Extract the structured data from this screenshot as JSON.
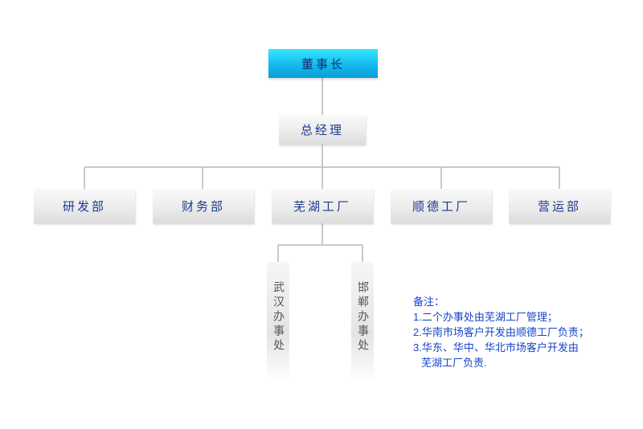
{
  "chart": {
    "root": "董事长",
    "gm": "总经理",
    "departments": [
      "研发部",
      "财务部",
      "芜湖工厂",
      "顺德工厂",
      "营运部"
    ],
    "offices": [
      "武汉办事处",
      "邯郸办事处"
    ]
  },
  "note": {
    "title": "备注：",
    "lines": [
      "1.二个办事处由芜湖工厂管理；",
      "2.华南市场客户开发由顺德工厂负责；",
      "3.华东、华中、华北市场客户开发由",
      "芜湖工厂负责."
    ]
  }
}
